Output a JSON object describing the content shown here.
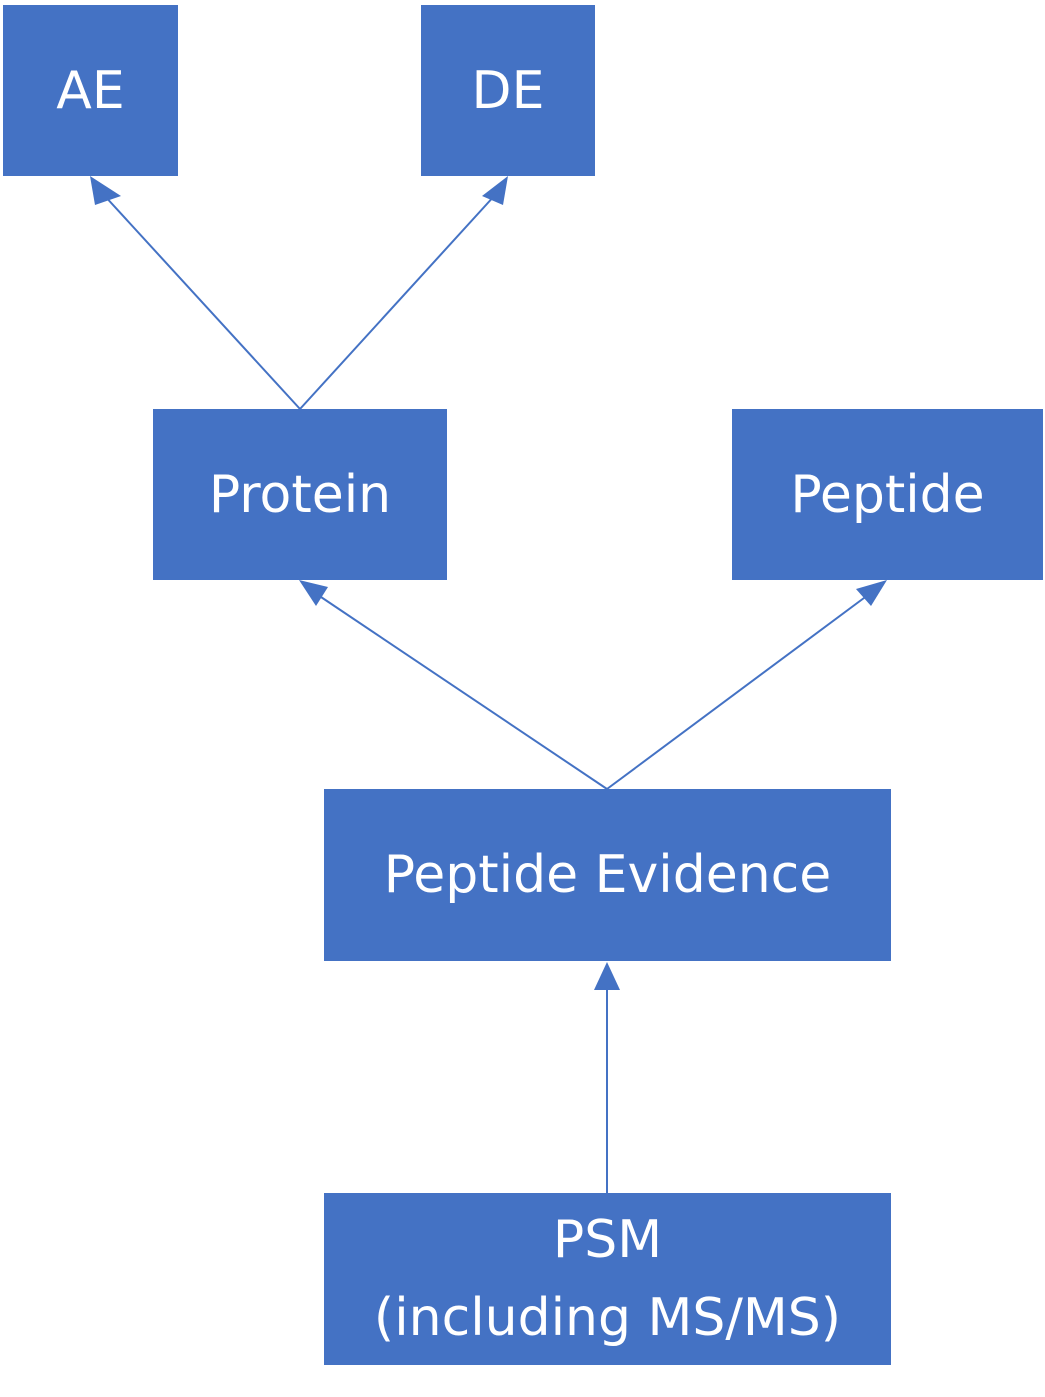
{
  "colors": {
    "box_fill": "#4472C4",
    "box_text": "#FFFFFF",
    "edge": "#4472C4"
  },
  "nodes": {
    "ae": "AE",
    "de": "DE",
    "protein": "Protein",
    "peptide": "Peptide",
    "peptide_evidence": "Peptide Evidence",
    "psm_line1": "PSM",
    "psm_line2": "(including MS/MS)"
  },
  "edges": [
    {
      "from": "protein",
      "to": "ae"
    },
    {
      "from": "protein",
      "to": "de"
    },
    {
      "from": "peptide_evidence",
      "to": "protein"
    },
    {
      "from": "peptide_evidence",
      "to": "peptide"
    },
    {
      "from": "psm",
      "to": "peptide_evidence"
    }
  ]
}
